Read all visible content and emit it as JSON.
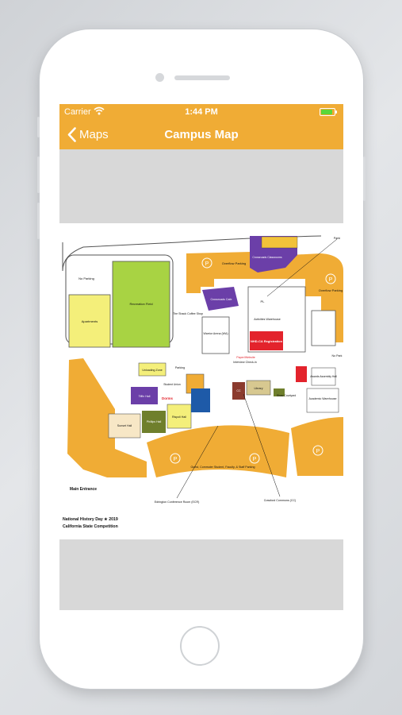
{
  "status_bar": {
    "carrier": "Carrier",
    "time": "1:44 PM"
  },
  "nav": {
    "back_label": "Maps",
    "title": "Campus Map"
  },
  "colors": {
    "accent": "#f0ac35"
  },
  "map": {
    "labels": {
      "no_parking": "No Parking",
      "apartments": "Apartments",
      "recreation_field": "Recreation Field",
      "overflow_parking": "Overflow Parking",
      "overflow_parking_right": "Overflow Parking",
      "crossroads_classrooms": "Crossroads Classrooms",
      "crossroads_cafe": "Crossroads Cafe",
      "the_shack": "The Shack Coffee Shop",
      "warrior_arena": "Warrior Arena (WA)",
      "activities_warehouse": "Activities Warehouse",
      "nhd_ca_registration": "NHD-CA Registration",
      "paper_website": "Paper/Website",
      "interview_check_in": "Interview Check-in",
      "unloading_zone": "Unloading Zone",
      "parking": "Parking",
      "student_union": "Student Union",
      "tiffin_hall": "Tiffin Hall",
      "dorms": "Dorms",
      "sunset_hall": "Sunset Hall",
      "phillips_hall": "Phillips Hall",
      "rispoli_hall": "Rispoli Hall",
      "library": "Library",
      "cc": "CC",
      "shaw_courtyard": "Shaw Courtyard",
      "awards_assembly_hall": "Awards Assembly Hall",
      "academic_warehouse": "Academic Warehouse",
      "guest_parking": "Guest, Commuter Student, Faculty, & Staff Parking",
      "main_entrance": "Main Entrance",
      "edrington": "Edrington Conference Room (ECR)",
      "crawford_commons": "Crawford Commons (CC)",
      "no_parking_right": "No Park",
      "parking_right": "Parki",
      "pl": "PL",
      "footer_line1": "National History Day ★ 2019",
      "footer_line2": "California State Competition",
      "p": "P"
    }
  }
}
